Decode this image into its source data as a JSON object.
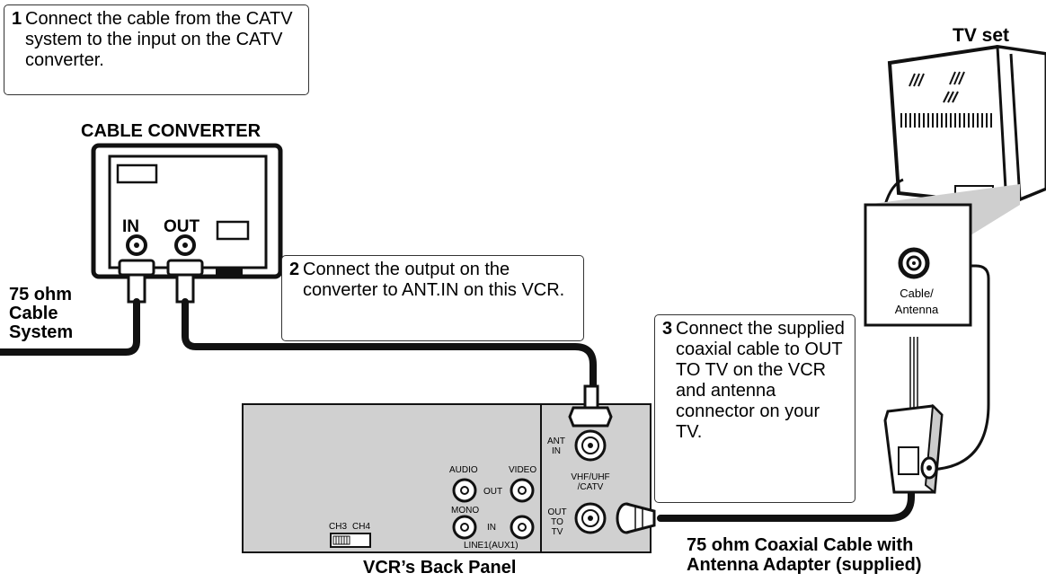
{
  "steps": {
    "step1": {
      "number": "1",
      "text": "Connect the cable from the CATV system to the input on the CATV converter."
    },
    "step2": {
      "number": "2",
      "text": "Connect the output on the converter to ANT.IN on this VCR."
    },
    "step3": {
      "number": "3",
      "text": "Connect the supplied coaxial cable to OUT TO TV on the VCR and antenna connector on your TV."
    }
  },
  "labels": {
    "cable_converter": "CABLE CONVERTER",
    "tv_set": "TV set",
    "in": "IN",
    "out": "OUT",
    "cable_system": [
      "75 ohm",
      "Cable",
      "System"
    ],
    "tv_cable_antenna": [
      "Cable/",
      "Antenna"
    ],
    "vcr_back_panel": "VCR’s Back Panel",
    "coax_cable": [
      "75 ohm Coaxial Cable with",
      "Antenna Adapter (supplied)"
    ]
  },
  "vcr_panel": {
    "ant_in": [
      "ANT",
      "IN"
    ],
    "vhf_uhf": [
      "VHF/UHF",
      "/CATV"
    ],
    "out_to_tv": [
      "OUT",
      "TO",
      "TV"
    ],
    "audio": "AUDIO",
    "video": "VIDEO",
    "out": "OUT",
    "mono": "MONO",
    "in": "IN",
    "line1": "LINE1(AUX1)",
    "ch3": "CH3",
    "ch4": "CH4"
  }
}
